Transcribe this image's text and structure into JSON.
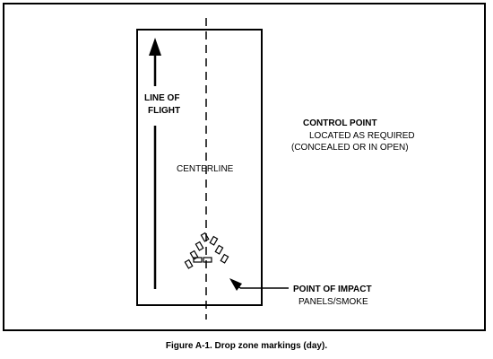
{
  "labels": {
    "line_of_flight_1": "LINE OF",
    "line_of_flight_2": "FLIGHT",
    "centerline": "CENTERLINE",
    "control_point_title": "CONTROL POINT",
    "control_point_line2": "LOCATED AS REQUIRED",
    "control_point_line3": "(CONCEALED OR IN OPEN)",
    "point_of_impact_title": "POINT OF IMPACT",
    "point_of_impact_sub": "PANELS/SMOKE"
  },
  "caption": "Figure A-1. Drop zone markings (day)."
}
